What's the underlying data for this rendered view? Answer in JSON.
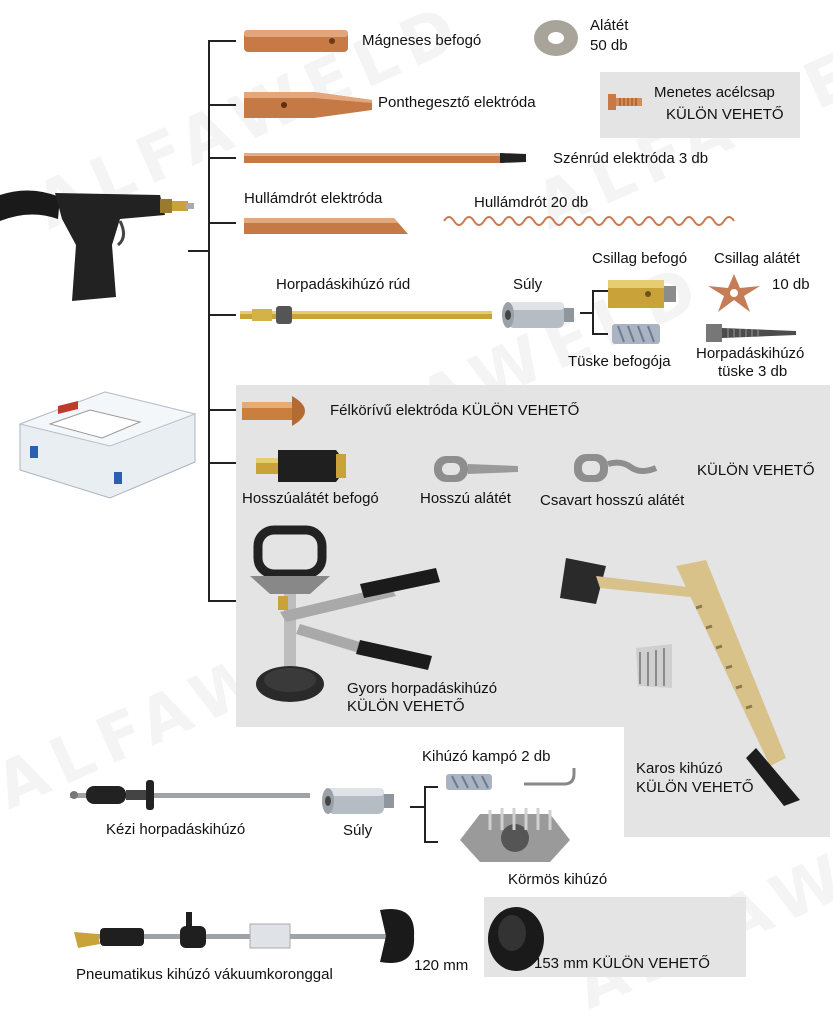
{
  "watermark": "ALFAWELD",
  "items": {
    "magnetes_befogo": "Mágneses befogó",
    "alatet": "Alátét",
    "alatet_qty": "50 db",
    "ponthegeszto": "Ponthegesztő elektróda",
    "menetes_acelcsap": "Menetes acélcsap",
    "menetes_kulon": "KÜLÖN VEHETŐ",
    "szenrud": "Szénrúd elektróda   3 db",
    "hullamdrot_elektroda": "Hullámdrót elektróda",
    "hullamdrot": "Hullámdrót   20 db",
    "csillag_befogo": "Csillag befogó",
    "csillag_alatet": "Csillag alátét",
    "csillag_qty": "10 db",
    "horpadas_rud": "Horpadáskihúzó rúd",
    "suly1": "Súly",
    "tuske_befogoja": "Tüske befogója",
    "horpadas_tuske": "Horpadáskihúzó",
    "horpadas_tuske_qty": "tüske  3 db",
    "felkorivu": "Félkörívű elektróda  KÜLÖN VEHETŐ",
    "hosszualatet_befogo": "Hosszúalátét befogó",
    "hosszu_alatet": "Hosszú alátét",
    "csavart_alatet": "Csavart hosszú alátét",
    "kulon_vehető_row": "KÜLÖN VEHETŐ",
    "gyors": "Gyors horpadáskihúzó",
    "gyors_kulon": "KÜLÖN VEHETŐ",
    "karos": "Karos kihúzó",
    "karos_kulon": "KÜLÖN VEHETŐ",
    "kihuzo_kampo": "Kihúzó kampó   2 db",
    "kezi": "Kézi horpadáskihúzó",
    "suly2": "Súly",
    "kormos": "Körmös kihúzó",
    "pneumatikus": "Pneumatikus kihúzó vákuumkoronggal",
    "mm120": "120 mm",
    "mm153": "153 mm  KÜLÖN VEHETŐ"
  },
  "colors": {
    "copper": "#c77a45",
    "brass": "#c9a33a",
    "panel": "#e4e4e4"
  }
}
